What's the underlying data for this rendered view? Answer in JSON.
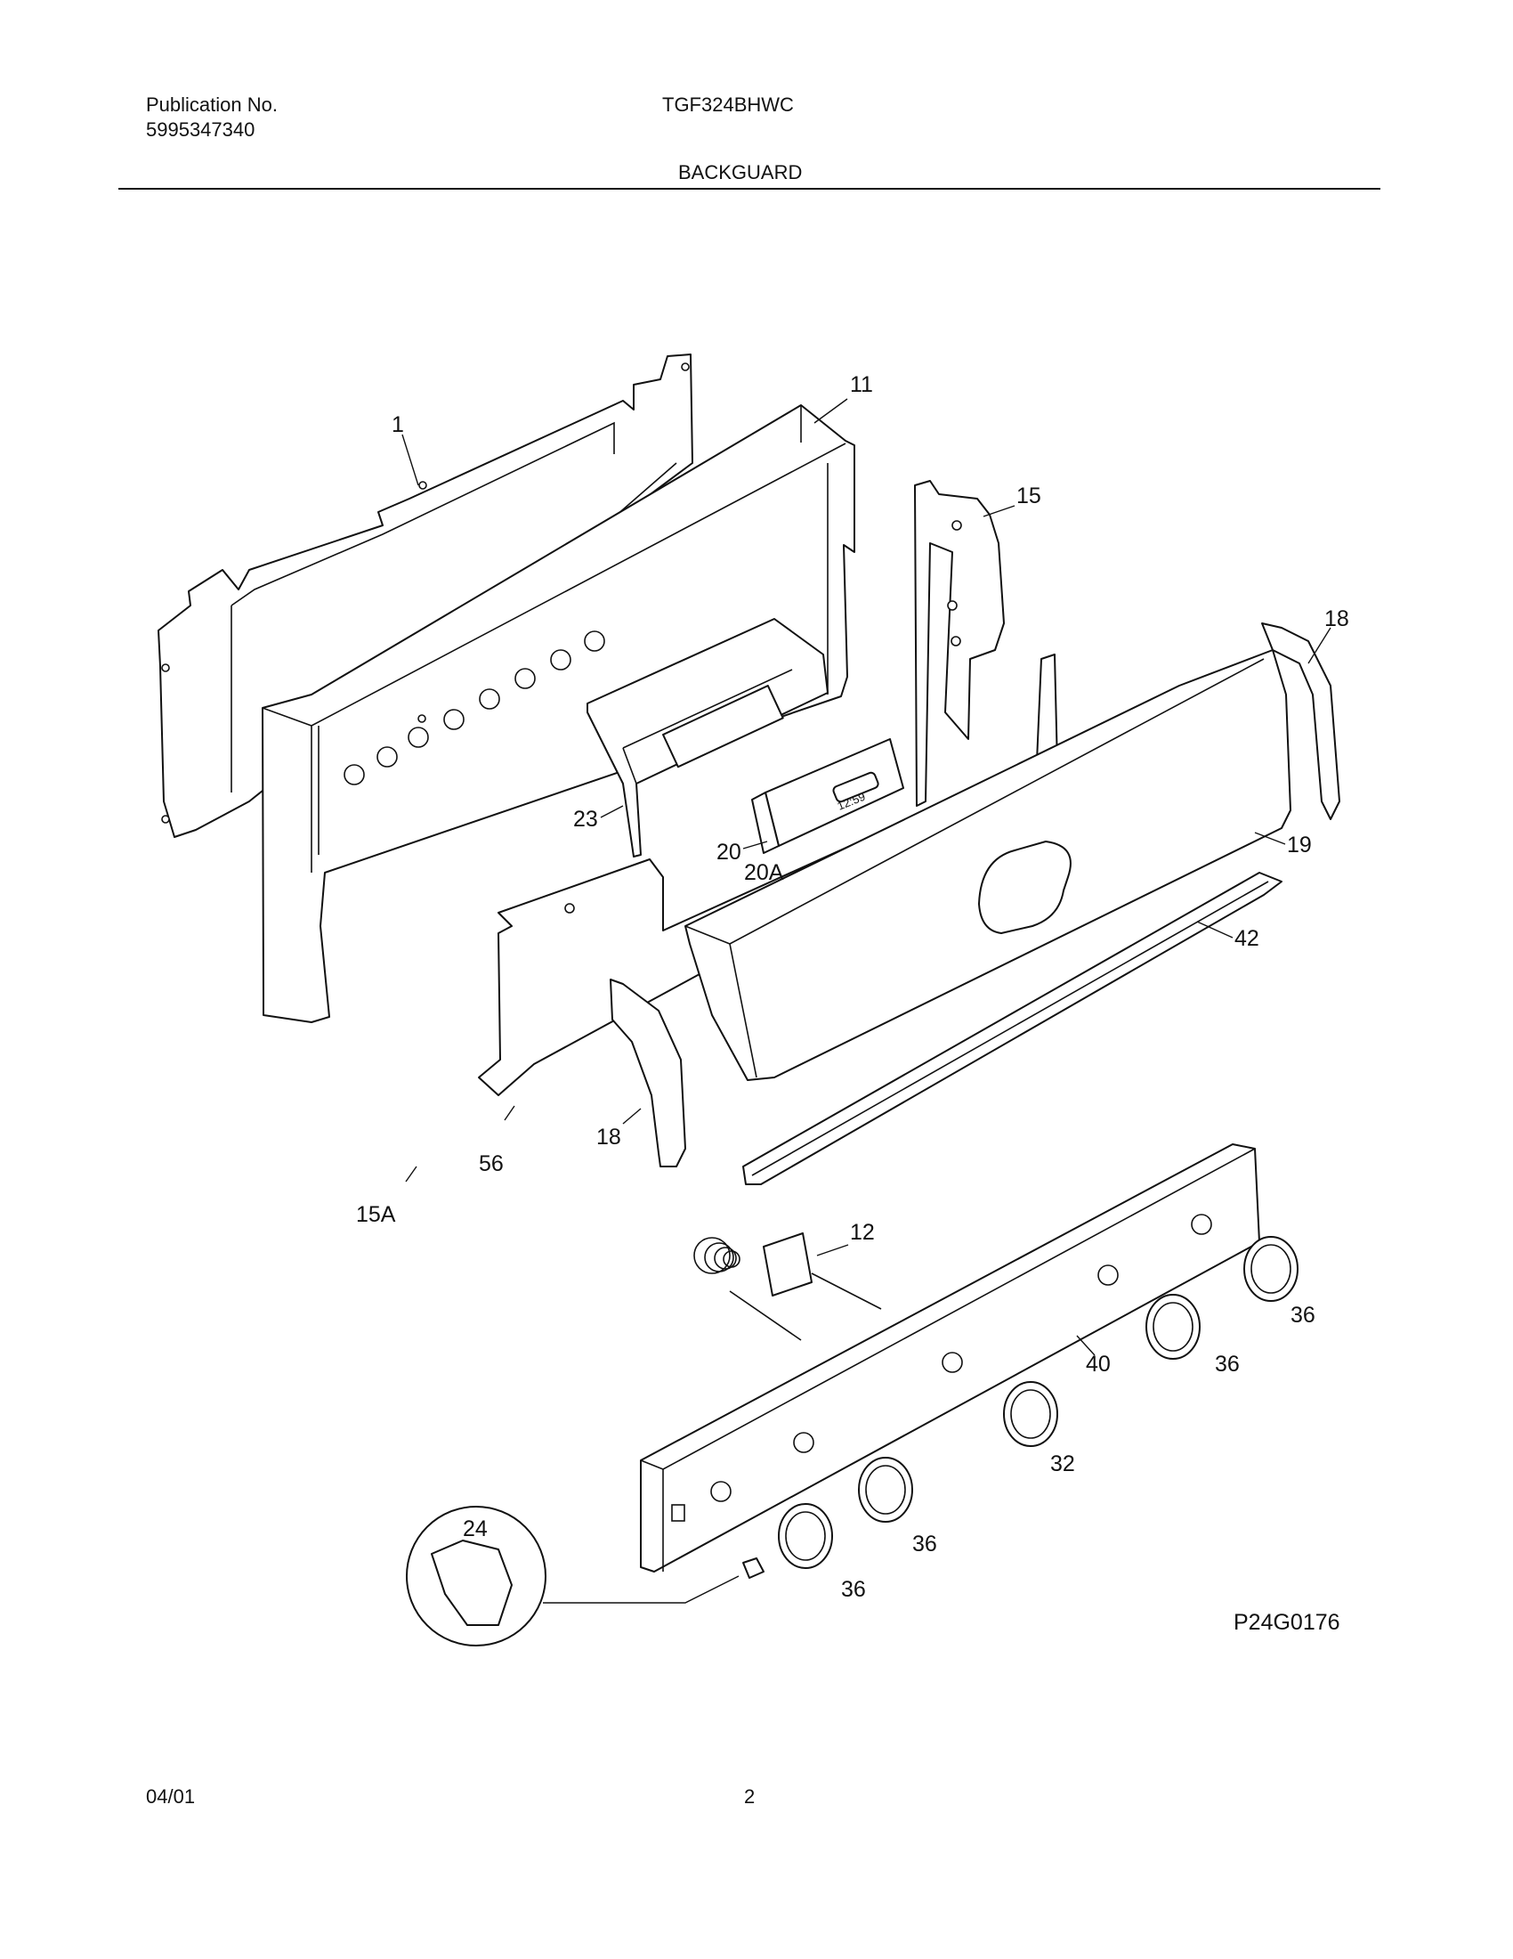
{
  "header": {
    "publication_label": "Publication No.",
    "publication_number": "5995347340",
    "model": "TGF324BHWC",
    "section_title": "BACKGUARD"
  },
  "diagram": {
    "drawing_id": "P24G0176",
    "display_time": "12:59",
    "callouts": [
      "1",
      "11",
      "15",
      "15A",
      "18",
      "18",
      "19",
      "20",
      "20A",
      "23",
      "56",
      "42",
      "12",
      "40",
      "36",
      "36",
      "36",
      "36",
      "32",
      "24"
    ]
  },
  "footer": {
    "date": "04/01",
    "page_number": "2"
  }
}
